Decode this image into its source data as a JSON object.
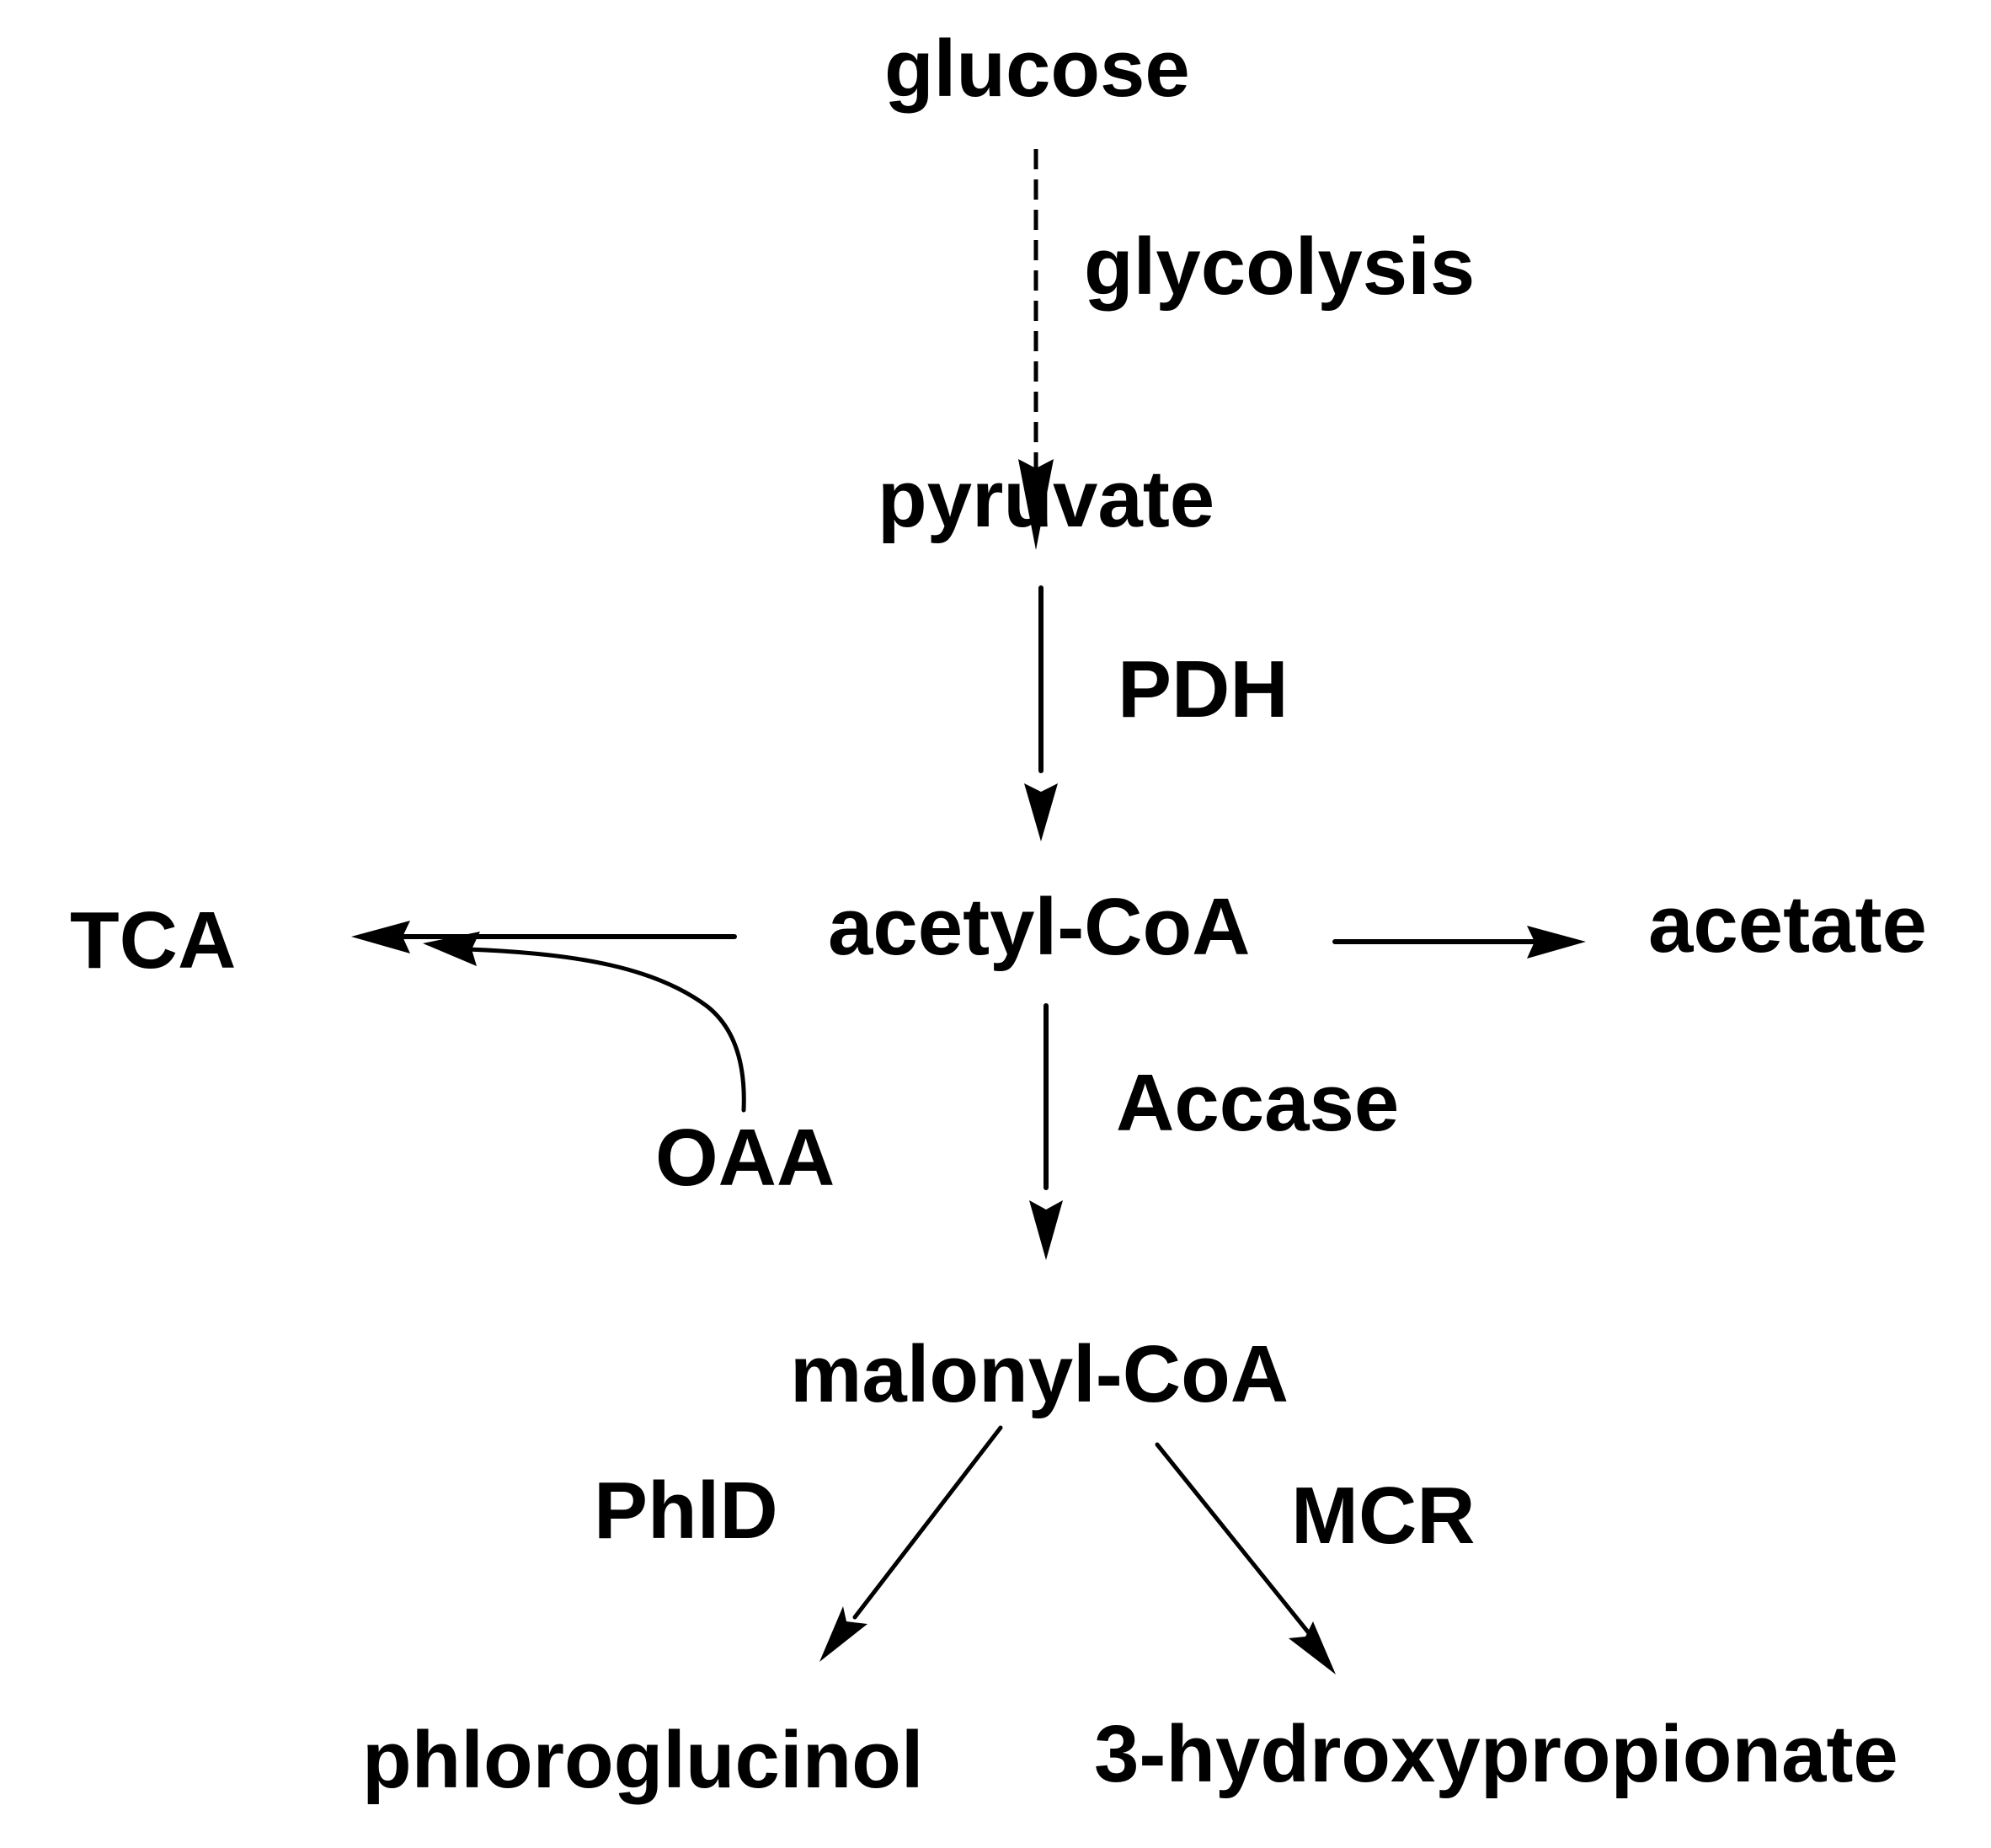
{
  "diagram": {
    "type": "metabolic-pathway",
    "colors": {
      "foreground": "#000000",
      "background": "#ffffff"
    },
    "metabolites": {
      "glucose": "glucose",
      "pyruvate": "pyruvate",
      "acetyl_coa": "acetyl-CoA",
      "tca": "TCA",
      "acetate": "acetate",
      "oaa": "OAA",
      "malonyl_coa": "malonyl-CoA",
      "phloroglucinol": "phloroglucinol",
      "hydroxypropionate": "3-hydroxypropionate"
    },
    "enzymes": {
      "glycolysis": "glycolysis",
      "pdh": "PDH",
      "accase": "Accase",
      "phld": "PhlD",
      "mcr": "MCR"
    },
    "edges": [
      {
        "from": "glucose",
        "to": "pyruvate",
        "label": "glycolysis",
        "style": "dashed"
      },
      {
        "from": "pyruvate",
        "to": "acetyl-CoA",
        "label": "PDH",
        "style": "solid"
      },
      {
        "from": "acetyl-CoA",
        "to": "TCA",
        "label": "",
        "style": "solid"
      },
      {
        "from": "OAA",
        "to": "TCA",
        "label": "",
        "style": "curved"
      },
      {
        "from": "acetyl-CoA",
        "to": "acetate",
        "label": "",
        "style": "solid"
      },
      {
        "from": "acetyl-CoA",
        "to": "malonyl-CoA",
        "label": "Accase",
        "style": "solid"
      },
      {
        "from": "malonyl-CoA",
        "to": "phloroglucinol",
        "label": "PhlD",
        "style": "solid"
      },
      {
        "from": "malonyl-CoA",
        "to": "3-hydroxypropionate",
        "label": "MCR",
        "style": "solid"
      }
    ]
  }
}
